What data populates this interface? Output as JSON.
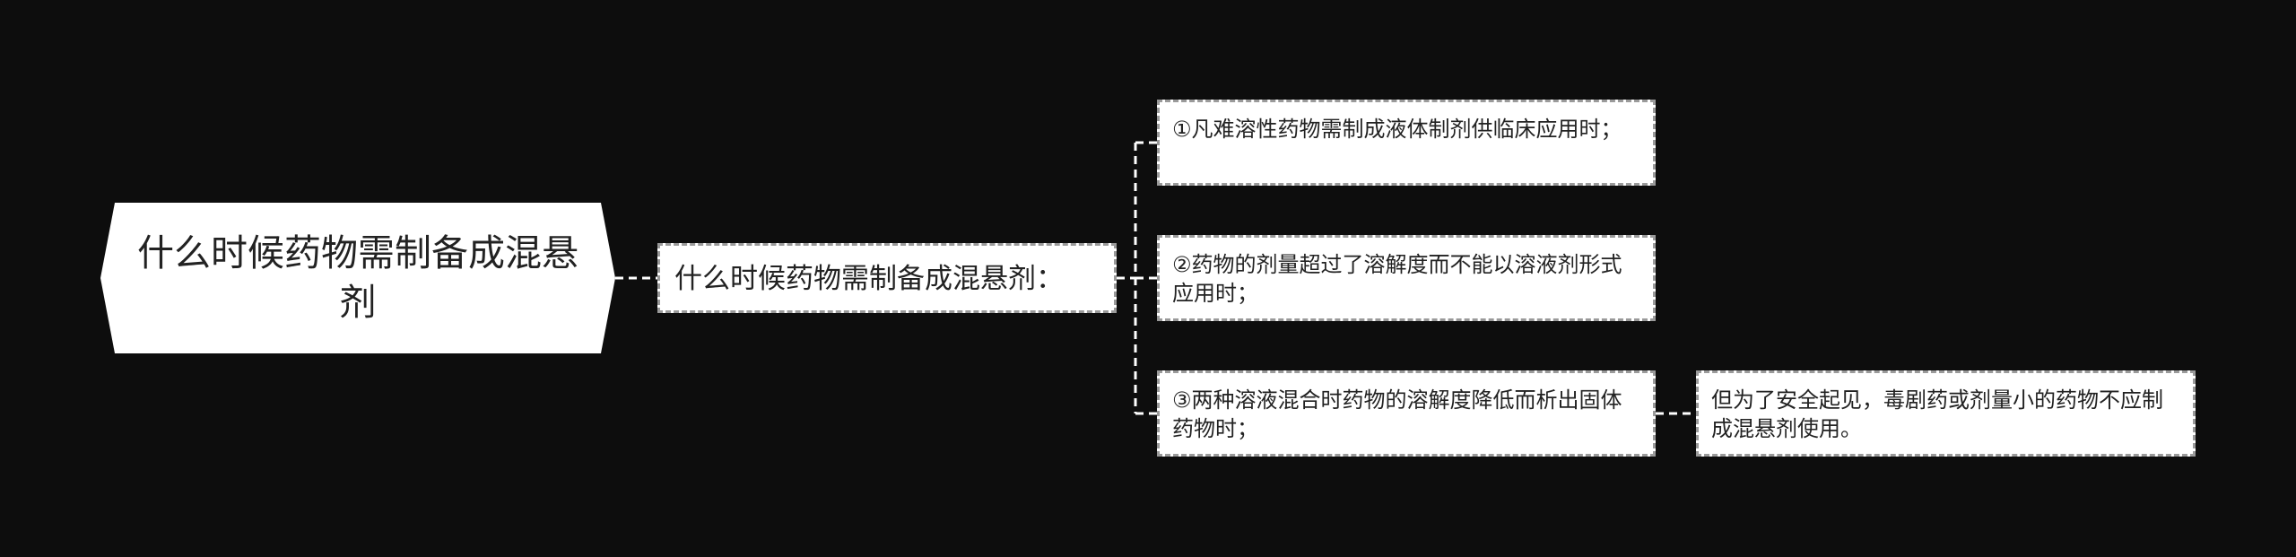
{
  "root": {
    "title": "什么时候药物需制备成混悬剂"
  },
  "branch": {
    "label": "什么时候药物需制备成混悬剂："
  },
  "leaves": [
    {
      "text": "①凡难溶性药物需制成液体制剂供临床应用时；"
    },
    {
      "text": "②药物的剂量超过了溶解度而不能以溶液剂形式应用时；"
    },
    {
      "text": "③两种溶液混合时药物的溶解度降低而析出固体药物时；"
    }
  ],
  "note": {
    "text": "但为了安全起见，毒剧药或剂量小的药物不应制成混悬剂使用。"
  },
  "colors": {
    "background": "#0d0d0d",
    "node_fill": "#ffffff",
    "line": "#ffffff",
    "dash_border": "#9a9a9a",
    "text": "#222222"
  }
}
